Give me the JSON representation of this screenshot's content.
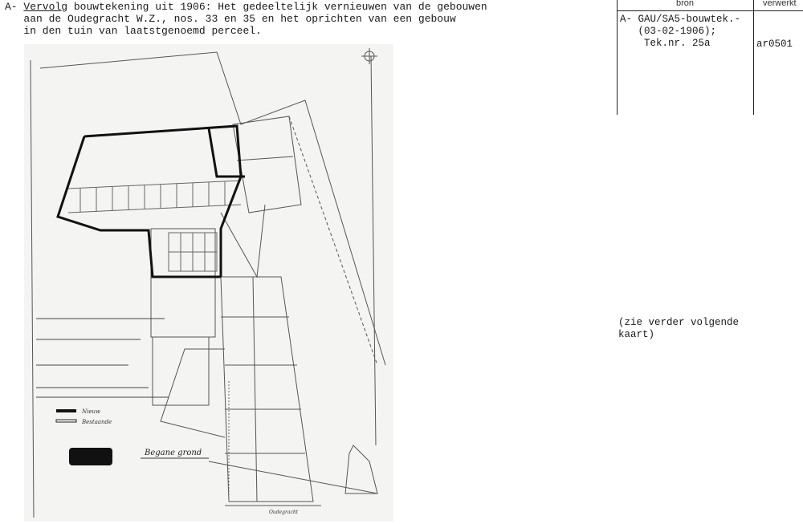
{
  "description": {
    "prefix": "A- ",
    "emphasis": "Vervolg",
    "line1_rest": " bouwtekening uit 1906: Het gedeeltelijk vernieuwen van de gebouwen",
    "line2": "aan de Oudegracht W.Z., nos. 33 en 35 en het oprichten van een gebouw",
    "line3": "in den tuin van laatstgenoemd perceel."
  },
  "table": {
    "headers": {
      "source": "bron",
      "processed": "verwerkt"
    },
    "source_lines": [
      "A- GAU/SA5-bouwtek.-",
      "   (03-02-1906);",
      "    Tek.nr. 25a"
    ],
    "processed": "ar0501"
  },
  "note": {
    "line1": "(zie verder volgende",
    "line2": "kaart)"
  },
  "drawing": {
    "floor_label": "Begane grond",
    "street_label": "Oudegracht",
    "legend": [
      "Nieuw",
      "Bestaande"
    ]
  }
}
